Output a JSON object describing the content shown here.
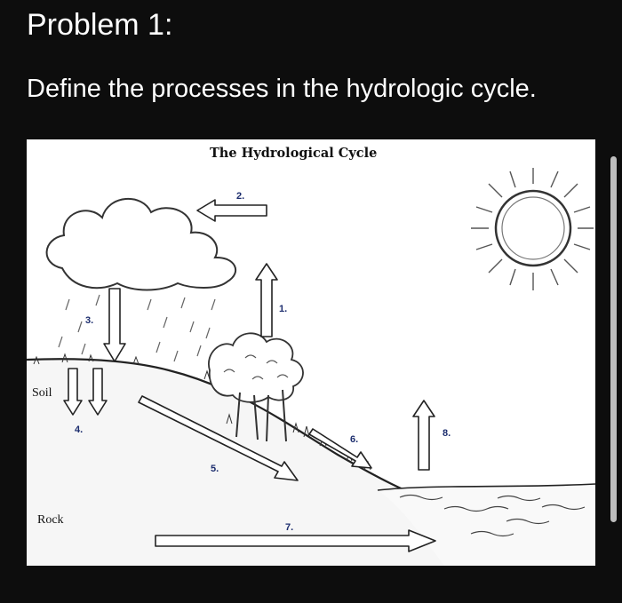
{
  "page": {
    "heading": "Problem 1:",
    "question": "Define the processes in the hydrologic cycle."
  },
  "diagram": {
    "title": "The Hydrological Cycle",
    "labels": {
      "p1": "1.",
      "p2": "2.",
      "p3": "3.",
      "p4": "4.",
      "p5": "5.",
      "p6": "6.",
      "p7": "7.",
      "p8": "8."
    },
    "zones": {
      "soil": "Soil",
      "rock": "Rock"
    }
  },
  "colors": {
    "background": "#0d0d0d",
    "text": "#ffffff",
    "label_blue": "#1c2d6e",
    "scrollbar": "#bdbdbd"
  },
  "icons": [
    "sun-icon",
    "cloud-icon",
    "tree-icon",
    "arrow-icon"
  ]
}
